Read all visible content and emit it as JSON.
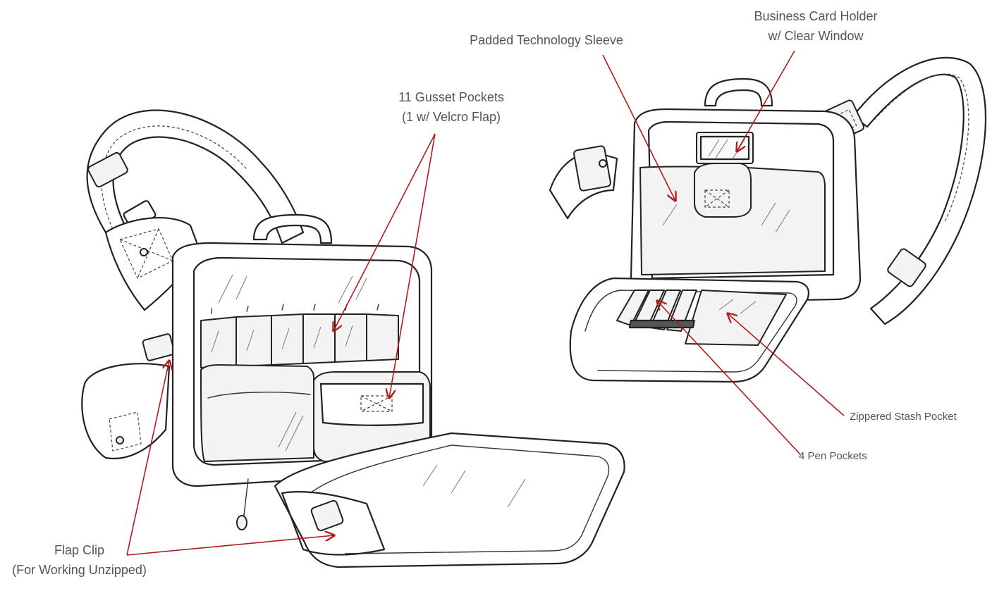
{
  "labels": {
    "padded_sleeve": "Padded Technology Sleeve",
    "business_card_line1": "Business Card Holder",
    "business_card_line2": "w/ Clear Window",
    "gusset_line1": "11 Gusset Pockets",
    "gusset_line2": "(1 w/ Velcro Flap)",
    "zippered_stash": "Zippered Stash Pocket",
    "pen_pockets": "4 Pen Pockets",
    "flap_clip_line1": "Flap Clip",
    "flap_clip_line2": "(For Working Unzipped)"
  },
  "colors": {
    "leader_line": "#b01c1c",
    "label_text": "#555555",
    "ink": "#222222"
  }
}
